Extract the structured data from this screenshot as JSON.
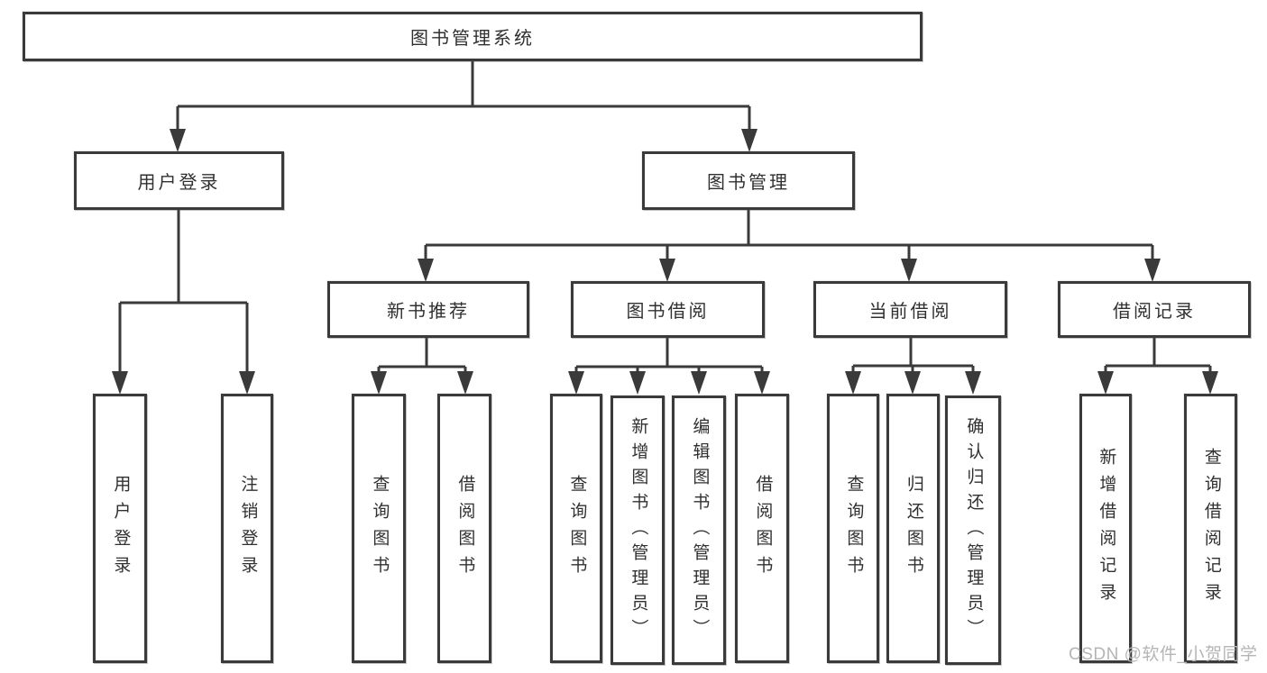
{
  "diagram": {
    "title": "图书管理系统",
    "tree": {
      "root": {
        "label": "图书管理系统",
        "children": [
          {
            "label": "用户登录",
            "children": [
              {
                "label": "用户登录"
              },
              {
                "label": "注销登录"
              }
            ]
          },
          {
            "label": "图书管理",
            "children": [
              {
                "label": "新书推荐",
                "children": [
                  {
                    "label": "查询图书"
                  },
                  {
                    "label": "借阅图书"
                  }
                ]
              },
              {
                "label": "图书借阅",
                "children": [
                  {
                    "label": "查询图书"
                  },
                  {
                    "label": "新增图书（管理员）"
                  },
                  {
                    "label": "编辑图书（管理员）"
                  },
                  {
                    "label": "借阅图书"
                  }
                ]
              },
              {
                "label": "当前借阅",
                "children": [
                  {
                    "label": "查询图书"
                  },
                  {
                    "label": "归还图书"
                  },
                  {
                    "label": "确认归还（管理员）"
                  }
                ]
              },
              {
                "label": "借阅记录",
                "children": [
                  {
                    "label": "新增借阅记录"
                  },
                  {
                    "label": "查询借阅记录"
                  }
                ]
              }
            ]
          }
        ]
      }
    },
    "colors": {
      "line": "#3a3a3a",
      "text": "#303030",
      "watermark_text": "#b5b5b5",
      "background": "#ffffff"
    }
  },
  "watermark": {
    "text": "CSDN @软件_小贺同学"
  }
}
